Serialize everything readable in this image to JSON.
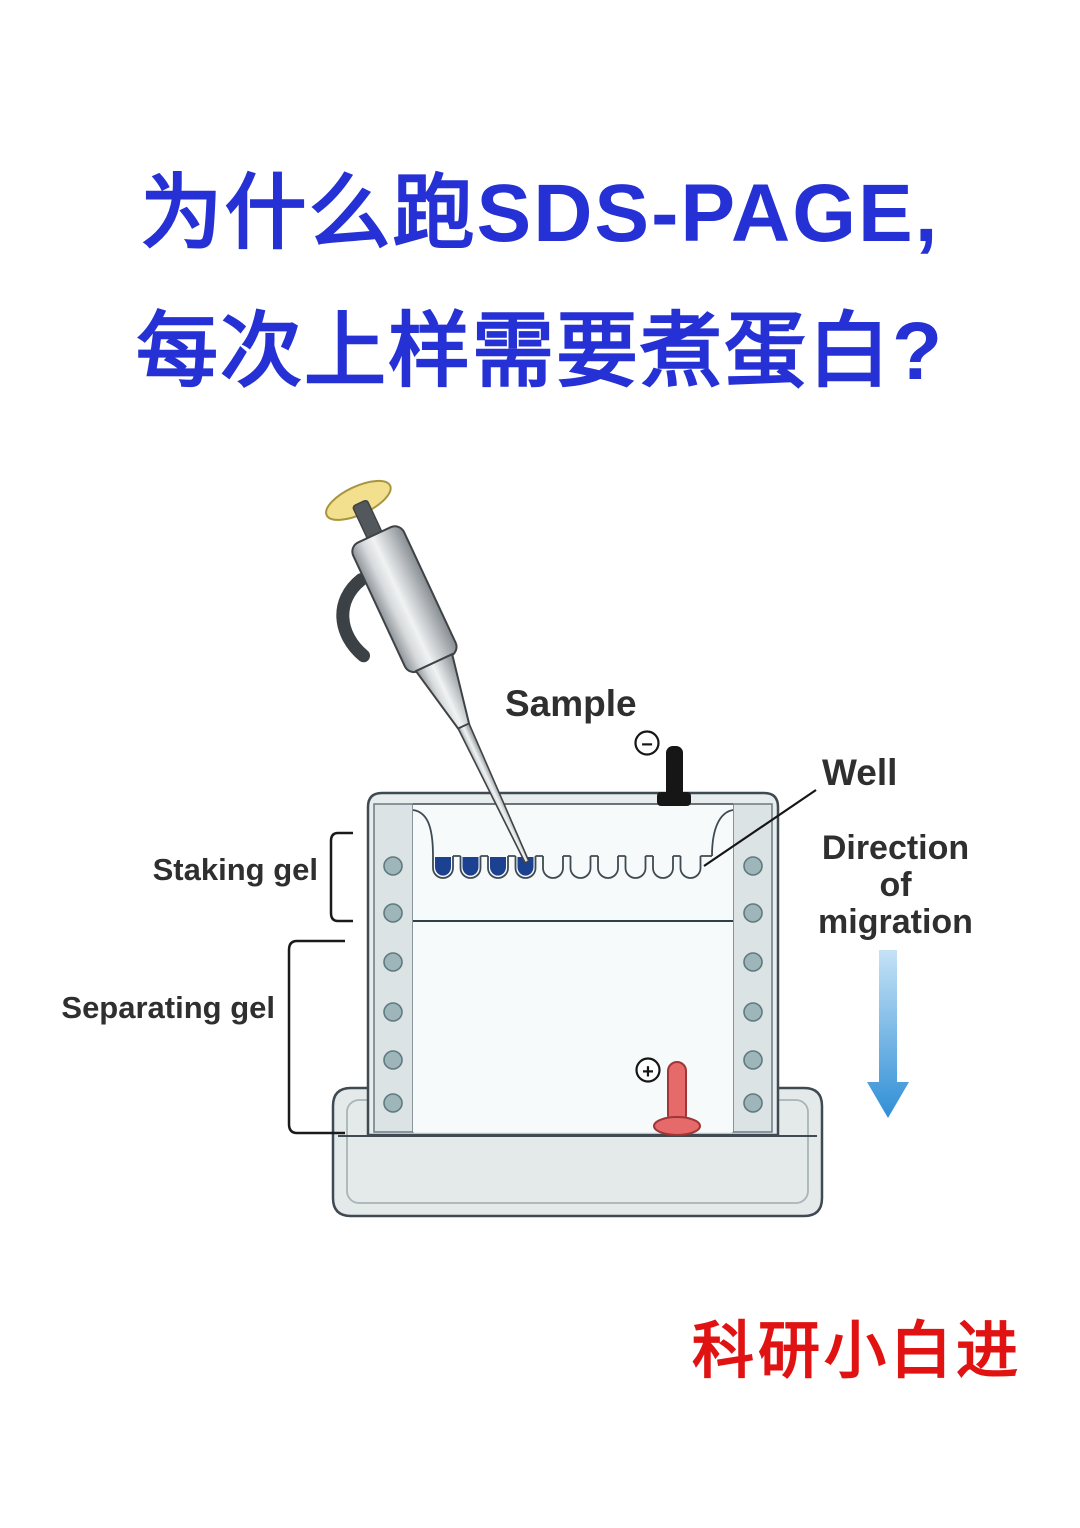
{
  "title": {
    "line1": "为什么跑SDS-PAGE,",
    "line2": "每次上样需要煮蛋白?"
  },
  "diagram": {
    "sample_label": "Sample",
    "well_label": "Well",
    "stacking_gel_label": "Staking gel",
    "separating_gel_label": "Separating gel",
    "direction_line1": "Direction",
    "direction_line2": "of",
    "direction_line3": "migration",
    "negative_symbol": "−",
    "positive_symbol": "+"
  },
  "footer": {
    "credit": "科研小白进"
  },
  "colors": {
    "title_blue": "#2531d4",
    "credit_red": "#e01212",
    "sample_blue": "#1c4191",
    "arrow_blue": "#2f8fd6",
    "electrode_red": "#e66a6a"
  }
}
